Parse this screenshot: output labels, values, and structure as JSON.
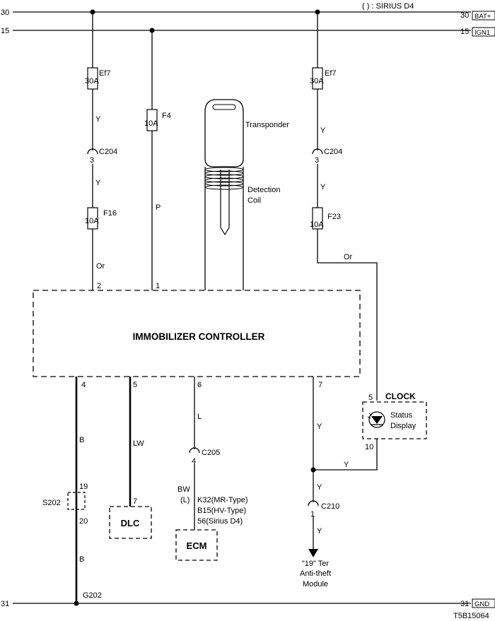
{
  "header": {
    "legend": "( ) : SIRIUS D4",
    "diagram_code": "T5B15064"
  },
  "rails": {
    "bat": {
      "num": "30",
      "tag": "BAT+"
    },
    "ign": {
      "num": "15",
      "tag": "IGN1"
    },
    "gnd": {
      "num": "31",
      "tag": "GND"
    }
  },
  "left_branch": {
    "fuse1": {
      "name": "Ef7",
      "rating": "30A"
    },
    "wire1": "Y",
    "conn1": {
      "name": "C204",
      "pin": "3"
    },
    "wire2": "Y",
    "fuse2": {
      "name": "F16",
      "rating": "10A"
    },
    "wire3": "Or",
    "pin": "2"
  },
  "ign_branch": {
    "fuse": {
      "name": "F4",
      "rating": "10A"
    },
    "wire": "P",
    "pin": "1"
  },
  "key": {
    "transponder": "Transponder",
    "coil_line1": "Detection",
    "coil_line2": "Coil"
  },
  "right_branch": {
    "fuse1": {
      "name": "Ef7",
      "rating": "30A"
    },
    "wire1": "Y",
    "conn1": {
      "name": "C204",
      "pin": "3"
    },
    "wire2": "Y",
    "fuse2": {
      "name": "F23",
      "rating": "10A"
    },
    "wire3": "Or"
  },
  "controller": {
    "title": "IMMOBILIZER CONTROLLER"
  },
  "outputs": {
    "pin4": {
      "pin": "4",
      "wire": "B",
      "splice": "S202",
      "pin_in": "19",
      "pin_out": "20",
      "wire2": "B",
      "ground": "G202"
    },
    "pin5": {
      "pin": "5",
      "wire": "LW",
      "dlc_pin": "7",
      "dlc": "DLC"
    },
    "pin6": {
      "pin": "6",
      "wire": "L",
      "conn": "C205",
      "conn_pin": "4",
      "wire2": "BW",
      "wire2_alt": "(L)",
      "ecm_pins": [
        "K32(MR-Type)",
        "B15(HV-Type)",
        "56(Sirius D4)"
      ],
      "ecm": "ECM"
    },
    "pin7": {
      "pin": "7",
      "wire": "Y",
      "wire_join": "Y",
      "wire_down": "Y",
      "conn": "C210",
      "conn_pin": "1",
      "wire_end": "Y",
      "module": [
        "\"19\" Ter",
        "Anti-theft",
        "Module"
      ]
    }
  },
  "clock": {
    "title": "CLOCK",
    "pin_top": "5",
    "pin_bottom": "10",
    "line1": "Status",
    "line2": "Display"
  }
}
